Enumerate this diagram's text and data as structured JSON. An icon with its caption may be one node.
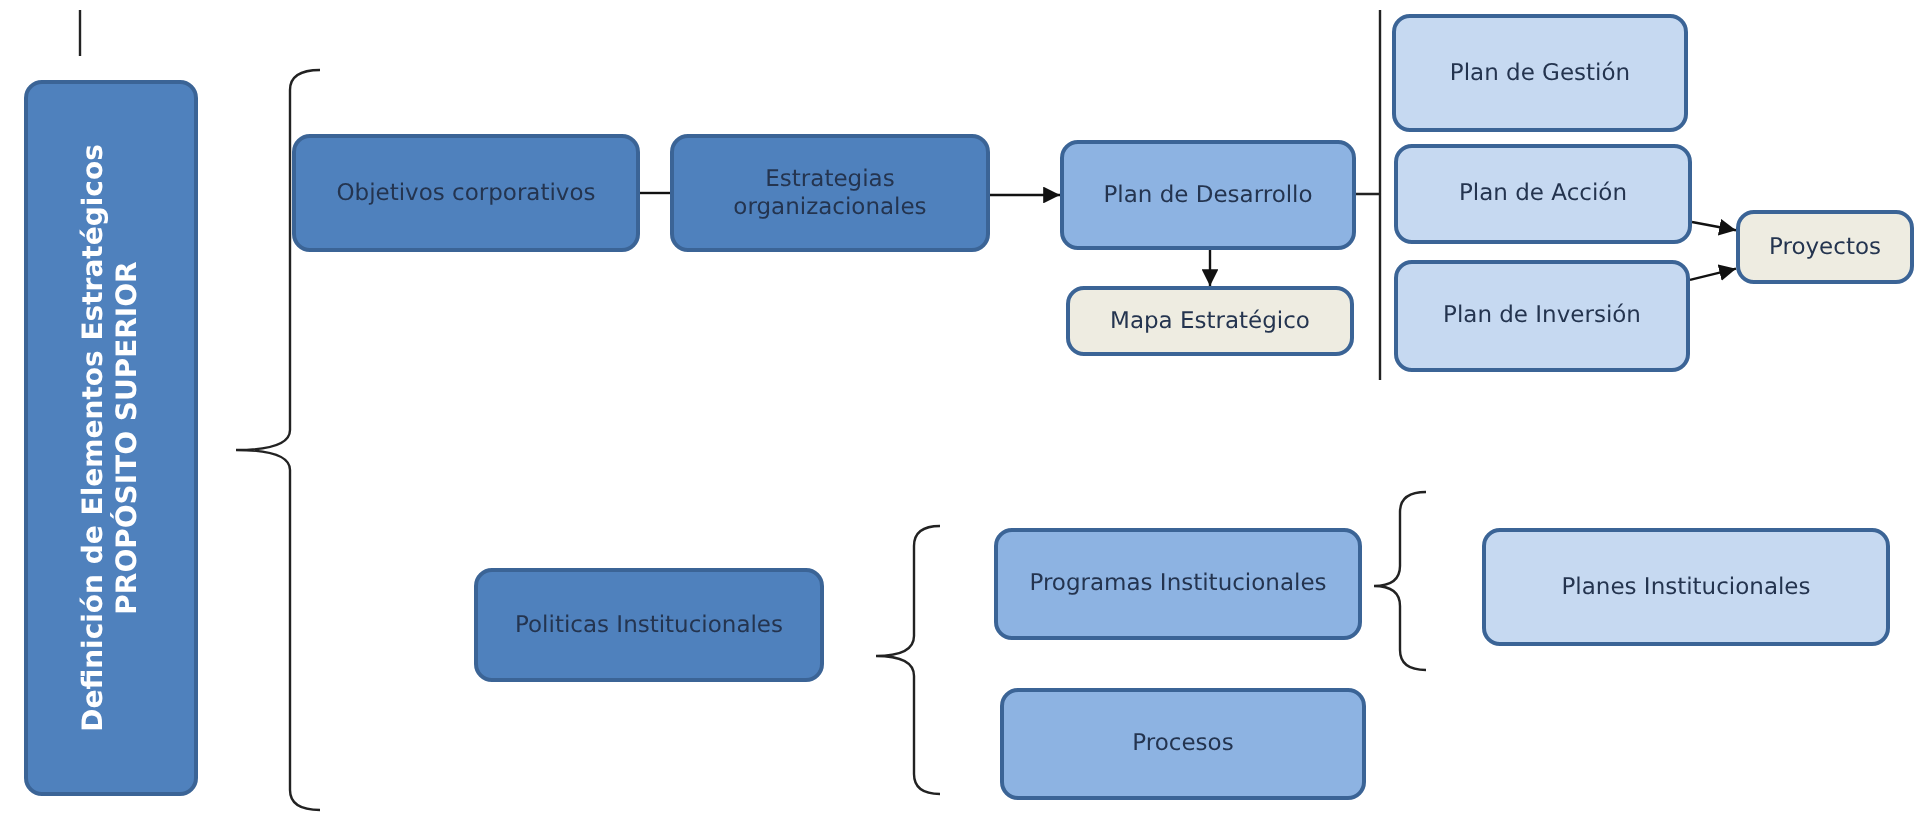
{
  "diagram": {
    "nodes": [
      {
        "text": [
          "Definición de Elementos Estratégicos",
          "PROPÓSITO SUPERIOR"
        ]
      },
      {
        "text": [
          "Objetivos corporativos"
        ]
      },
      {
        "text": [
          "Estrategias organizacionales"
        ]
      },
      {
        "text": [
          "Plan de Desarrollo"
        ]
      },
      {
        "text": [
          "Mapa Estratégico"
        ]
      },
      {
        "text": [
          "Plan de Gestión"
        ]
      },
      {
        "text": [
          "Plan de Acción"
        ]
      },
      {
        "text": [
          "Plan de Inversión"
        ]
      },
      {
        "text": [
          "Proyectos"
        ]
      },
      {
        "text": [
          "Politicas Institucionales"
        ]
      },
      {
        "text": [
          "Programas Institucionales"
        ]
      },
      {
        "text": [
          "Procesos"
        ]
      },
      {
        "text": [
          "Planes Institucionales"
        ]
      }
    ],
    "edges": [
      {
        "from": 1,
        "to": 2,
        "arrow": "none"
      },
      {
        "from": 2,
        "to": 3,
        "arrow": "to"
      },
      {
        "from": 3,
        "to": 4,
        "arrow": "to"
      },
      {
        "from": 6,
        "to": 8,
        "arrow": "to"
      },
      {
        "from": 7,
        "to": 8,
        "arrow": "to"
      }
    ]
  }
}
